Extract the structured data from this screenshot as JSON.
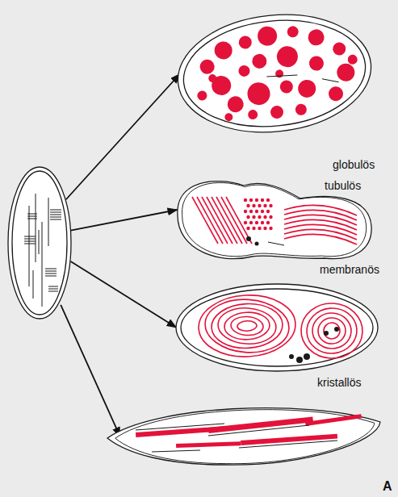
{
  "diagram": {
    "nodes": [
      {
        "text": []
      },
      {
        "text": [
          "globulös"
        ]
      },
      {
        "text": [
          "tubulös"
        ]
      },
      {
        "text": [
          "membranös"
        ]
      },
      {
        "text": [
          "kristallös"
        ]
      }
    ],
    "edges": [
      {
        "from": 0,
        "to": 1,
        "arrow": "to"
      },
      {
        "from": 0,
        "to": 2,
        "arrow": "to"
      },
      {
        "from": 0,
        "to": 3,
        "arrow": "to"
      },
      {
        "from": 0,
        "to": 4,
        "arrow": "to"
      }
    ],
    "labels": [
      "A"
    ]
  }
}
